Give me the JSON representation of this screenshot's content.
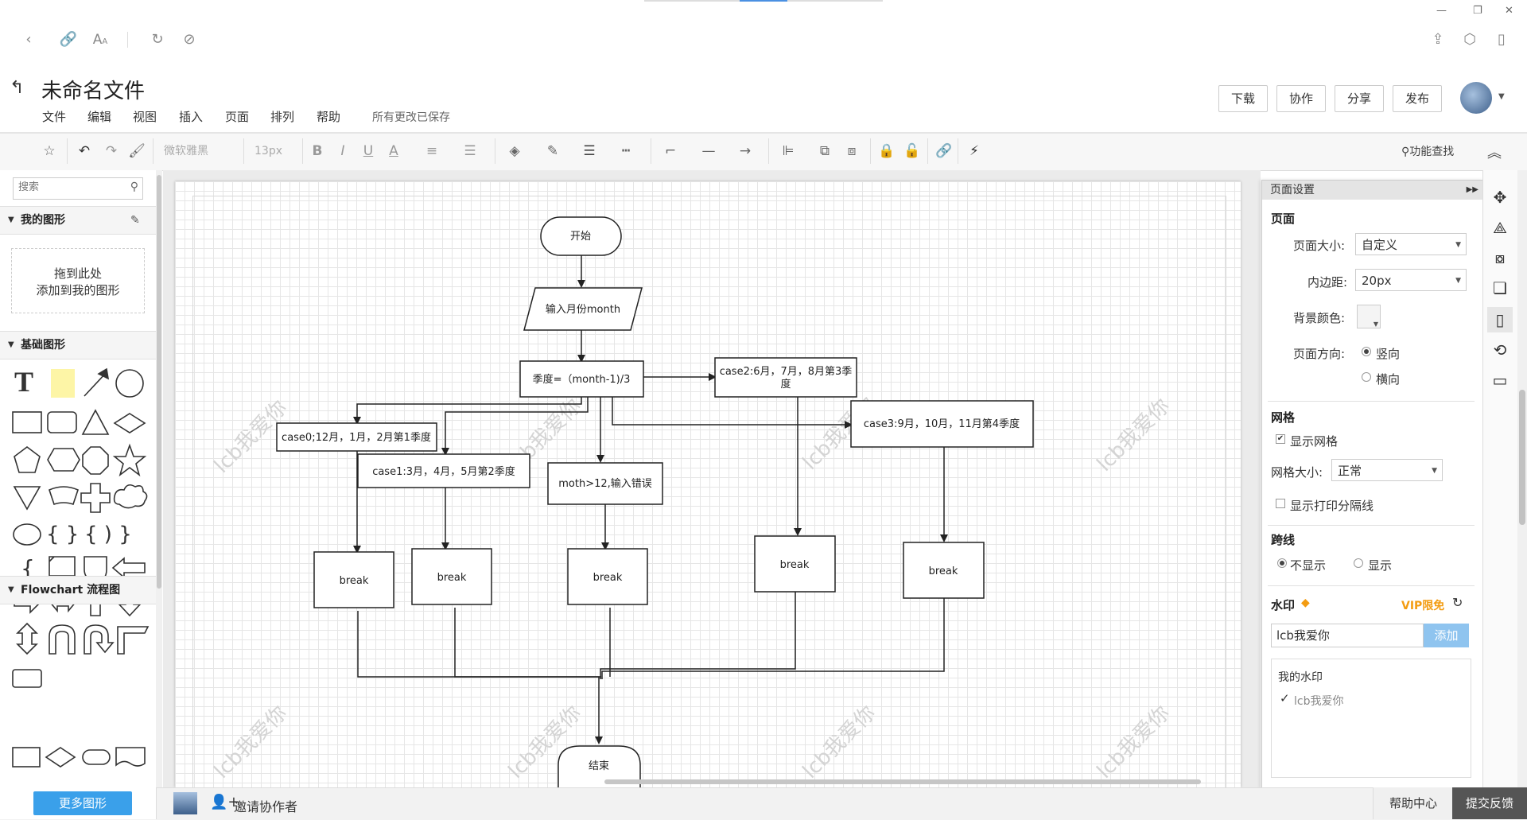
{
  "browser": {
    "icons": [
      "back-icon",
      "link-icon",
      "font-size-icon",
      "refresh-icon",
      "compass-icon"
    ],
    "window_controls": [
      "—",
      "❐",
      "✕"
    ],
    "right_icons": [
      "share-icon",
      "cube-icon",
      "device-icon"
    ]
  },
  "header": {
    "title": "未命名文件",
    "menu": [
      "文件",
      "编辑",
      "视图",
      "插入",
      "页面",
      "排列",
      "帮助"
    ],
    "save_status": "所有更改已保存",
    "buttons": {
      "download": "下载",
      "collaborate": "协作",
      "share": "分享",
      "publish": "发布"
    }
  },
  "toolbar": {
    "font_name": "微软雅黑",
    "font_size": "13px",
    "func_search": "功能查找"
  },
  "sidebar": {
    "search_placeholder": "搜索",
    "my_shapes": "我的图形",
    "dropzone_line1": "拖到此处",
    "dropzone_line2": "添加到我的图形",
    "basic_shapes": "基础图形",
    "flowchart": "Flowchart 流程图",
    "more_shapes": "更多图形"
  },
  "diagram": {
    "start": "开始",
    "input": "输入月份month",
    "quarter": "季度=（month-1)/3",
    "case2_line1": "case2:6月，7月，8月第3季",
    "case2_line2": "度",
    "case3": "case3:9月，10月，11月第4季度",
    "case0": "case0;12月，1月，2月第1季度",
    "case1": "case1:3月，4月，5月第2季度",
    "error": "moth>12,输入错误",
    "break": "break",
    "end": "结束",
    "watermark": "lcb我爱你"
  },
  "page_settings": {
    "panel_title": "页面设置",
    "page_section": "页面",
    "page_size_label": "页面大小:",
    "page_size_value": "自定义",
    "padding_label": "内边距:",
    "padding_value": "20px",
    "bg_color_label": "背景颜色:",
    "orientation_label": "页面方向:",
    "portrait": "竖向",
    "landscape": "横向",
    "orientation_selected": "竖向",
    "grid_section": "网格",
    "show_grid": "显示网格",
    "show_grid_checked": true,
    "grid_size_label": "网格大小:",
    "grid_size_value": "正常",
    "show_print_lines": "显示打印分隔线",
    "show_print_lines_checked": false,
    "jumpline_section": "跨线",
    "hide": "不显示",
    "show": "显示",
    "jumpline_selected": "不显示",
    "watermark_section": "水印",
    "vip_label": "VIP限免",
    "watermark_value": "lcb我爱你",
    "add_button": "添加",
    "my_watermark": "我的水印",
    "my_watermark_item": "lcb我爱你"
  },
  "bottom": {
    "invite": "邀请协作者",
    "help_center": "帮助中心",
    "feedback": "提交反馈"
  },
  "colors": {
    "accent": "#3aa0ea",
    "vip": "#f39c12",
    "feedback_bg": "#555555"
  }
}
